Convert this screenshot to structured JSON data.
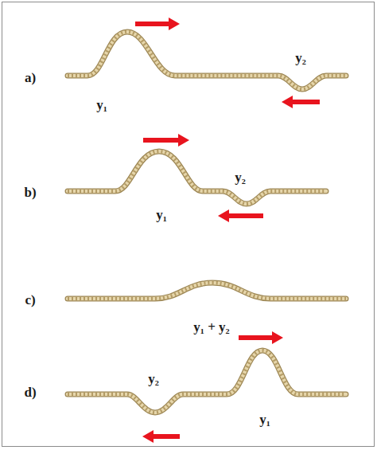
{
  "diagram": {
    "labels": [
      "a)",
      "y₁",
      "y₂",
      "b)",
      "y₁",
      "y₂",
      "c)",
      "y₁ + y₂",
      "d)",
      "y₂",
      "y₁"
    ]
  }
}
